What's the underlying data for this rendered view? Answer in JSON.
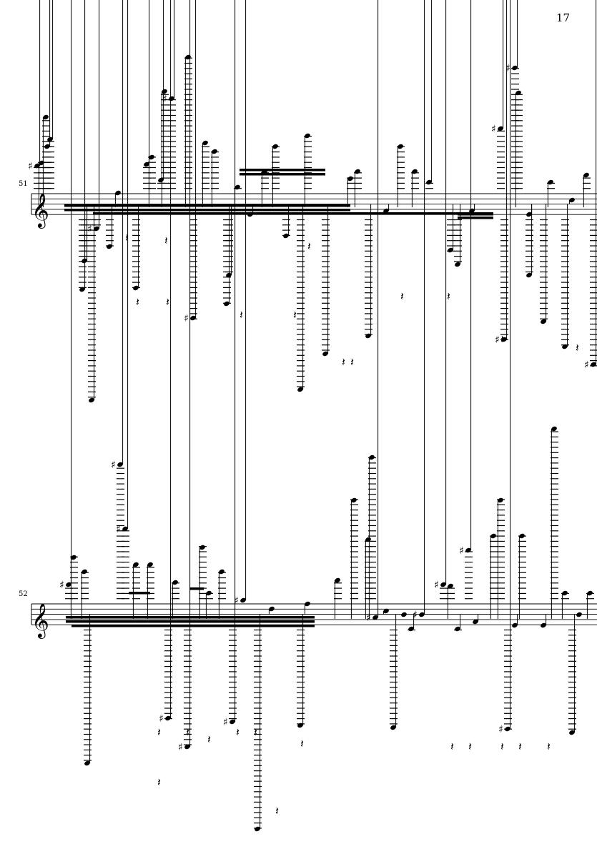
{
  "page": {
    "number": "17"
  },
  "systems": [
    {
      "measure_number": "51",
      "clef": "treble"
    },
    {
      "measure_number": "52",
      "clef": "treble"
    }
  ],
  "colors": {
    "ink": "#000000",
    "paper": "#ffffff"
  }
}
